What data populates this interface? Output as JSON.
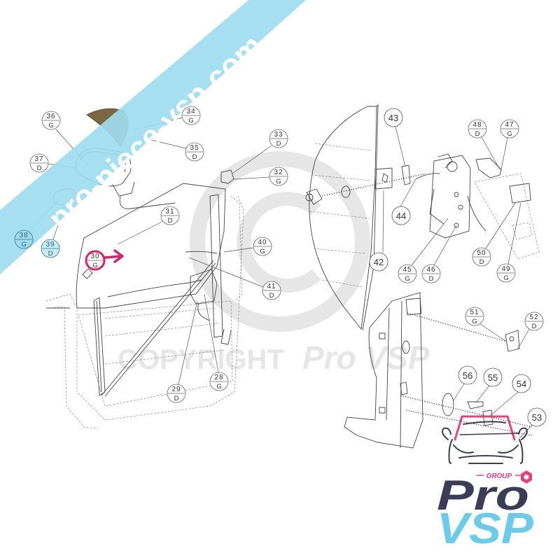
{
  "diagram": {
    "type": "exploded parts diagram",
    "subject": "car door: mirror, window glass, window regulator, door lock and hinges",
    "watermarks": {
      "band_text": "pro-piece-vsp.com",
      "band_color": "#9edcee",
      "copyright_text": "COPYRIGHT",
      "copyright_brand": "Pro VSP",
      "copyright_symbol": "©"
    },
    "highlight": {
      "callout": "30",
      "side": "G",
      "color": "#d6236a"
    },
    "callouts_split": [
      {
        "id": "28",
        "num": "28",
        "side": "G"
      },
      {
        "id": "29",
        "num": "29",
        "side": "D"
      },
      {
        "id": "30",
        "num": "30",
        "side": "G"
      },
      {
        "id": "31",
        "num": "31",
        "side": "D"
      },
      {
        "id": "32",
        "num": "32",
        "side": "G"
      },
      {
        "id": "33",
        "num": "33",
        "side": "D"
      },
      {
        "id": "34",
        "num": "34",
        "side": "G"
      },
      {
        "id": "35",
        "num": "35",
        "side": "D"
      },
      {
        "id": "36",
        "num": "36",
        "side": "G"
      },
      {
        "id": "37",
        "num": "37",
        "side": "D"
      },
      {
        "id": "38",
        "num": "38",
        "side": "G"
      },
      {
        "id": "39",
        "num": "39",
        "side": "D"
      },
      {
        "id": "40",
        "num": "40",
        "side": "G"
      },
      {
        "id": "41",
        "num": "41",
        "side": "D"
      },
      {
        "id": "45",
        "num": "45",
        "side": "G"
      },
      {
        "id": "46",
        "num": "46",
        "side": "D"
      },
      {
        "id": "47",
        "num": "47",
        "side": "G"
      },
      {
        "id": "48",
        "num": "48",
        "side": "D"
      },
      {
        "id": "49",
        "num": "49",
        "side": "G"
      },
      {
        "id": "50",
        "num": "50",
        "side": "D"
      },
      {
        "id": "51",
        "num": "51",
        "side": "G"
      },
      {
        "id": "52",
        "num": "52",
        "side": "D"
      }
    ],
    "callouts_single": [
      {
        "id": "42",
        "num": "42"
      },
      {
        "id": "43",
        "num": "43"
      },
      {
        "id": "44",
        "num": "44"
      },
      {
        "id": "53",
        "num": "53"
      },
      {
        "id": "54",
        "num": "54"
      },
      {
        "id": "55",
        "num": "55"
      },
      {
        "id": "56",
        "num": "56"
      }
    ]
  },
  "logo": {
    "group_label": "GROUP",
    "line1": "Pro",
    "line2": "VSP",
    "colors": {
      "pro": "#3a3d56",
      "vsp": "#6ccbe8",
      "accent": "#e8407a"
    }
  }
}
